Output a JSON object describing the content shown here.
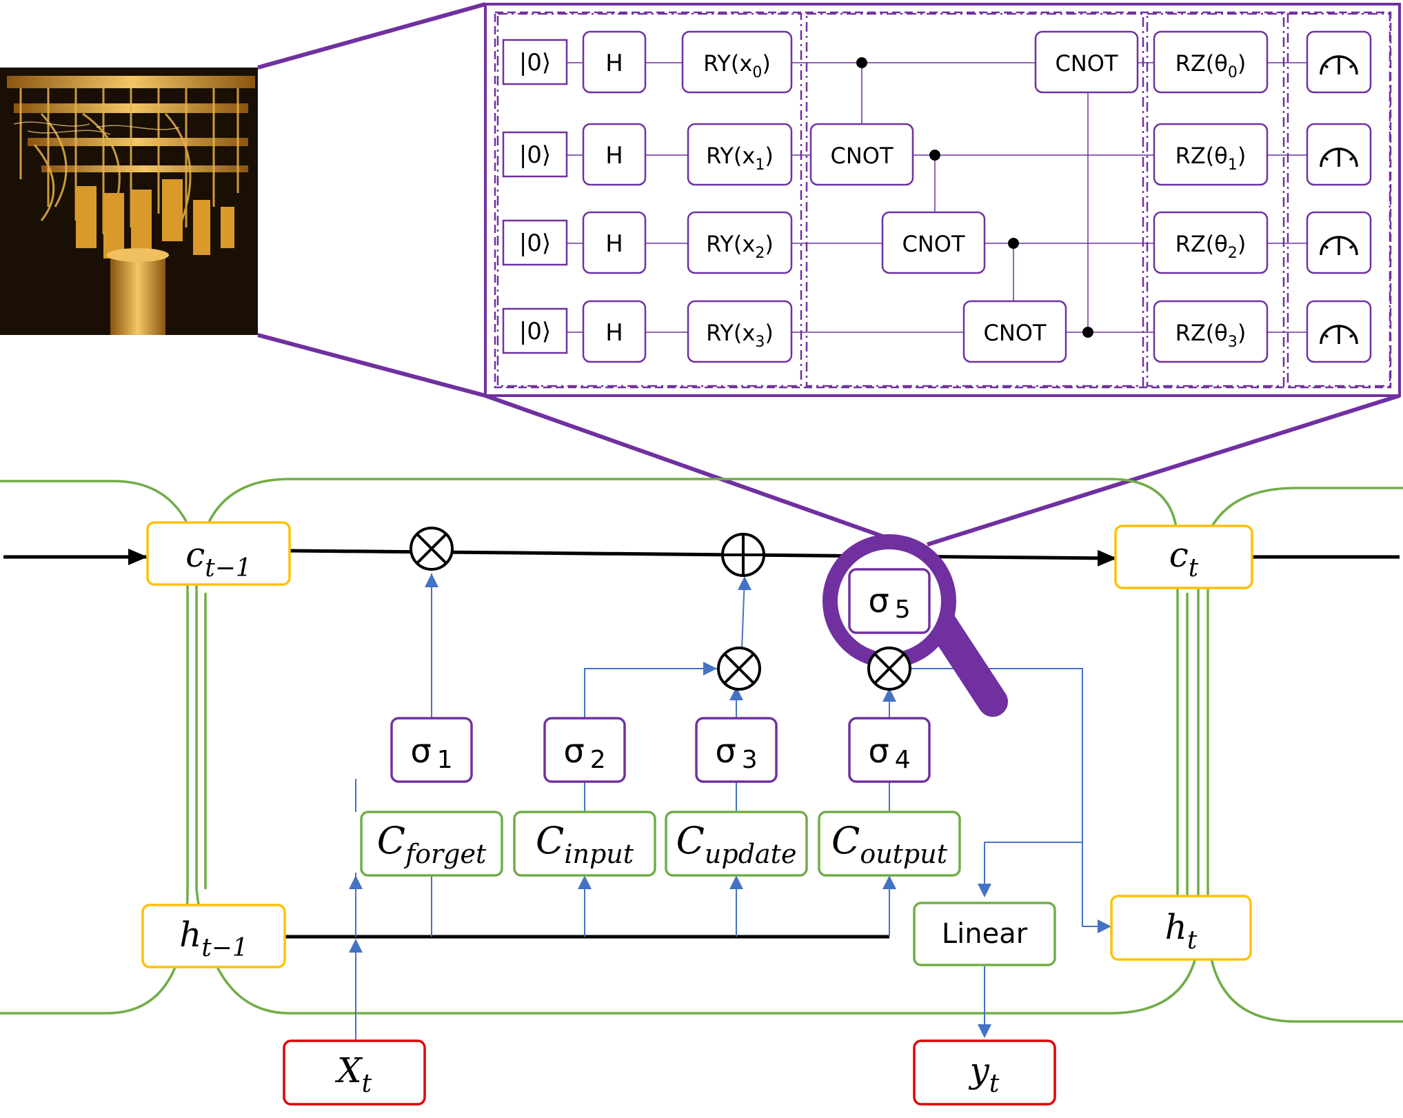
{
  "circuit": {
    "init_state": "|0⟩",
    "hadamard": "H",
    "encoding_gates": [
      "RY(x",
      "RY(x",
      "RY(x",
      "RY(x"
    ],
    "encoding_subs": [
      "0",
      "1",
      "2",
      "3"
    ],
    "cnot_label": "CNOT",
    "rotation_gates": [
      "RZ(θ",
      "RZ(θ",
      "RZ(θ",
      "RZ(θ"
    ],
    "rotation_subs": [
      "0",
      "1",
      "2",
      "3"
    ],
    "close_paren": ")"
  },
  "lstm": {
    "c_prev": {
      "base": "c",
      "sub": "t−1"
    },
    "c_next": {
      "base": "c",
      "sub": "t"
    },
    "h_prev": {
      "base": "h",
      "sub": "t−1"
    },
    "h_next": {
      "base": "h",
      "sub": "t"
    },
    "x_in": {
      "base": "X",
      "sub": "t"
    },
    "y_out": {
      "base": "y",
      "sub": "t"
    },
    "sigmas": [
      {
        "base": "σ",
        "sub": "1"
      },
      {
        "base": "σ",
        "sub": "2"
      },
      {
        "base": "σ",
        "sub": "3"
      },
      {
        "base": "σ",
        "sub": "4"
      },
      {
        "base": "σ",
        "sub": "5"
      }
    ],
    "circuits": [
      {
        "base": "C",
        "sub": "forget"
      },
      {
        "base": "C",
        "sub": "input"
      },
      {
        "base": "C",
        "sub": "update"
      },
      {
        "base": "C",
        "sub": "output"
      }
    ],
    "linear": "Linear",
    "multiply_symbol": "⊗",
    "add_symbol": "⊕"
  },
  "colors": {
    "purple": "#7030a0",
    "green": "#70ad47",
    "yellow": "#ffc000",
    "red": "#e00000",
    "blue": "#4472c4",
    "black": "#000000"
  }
}
